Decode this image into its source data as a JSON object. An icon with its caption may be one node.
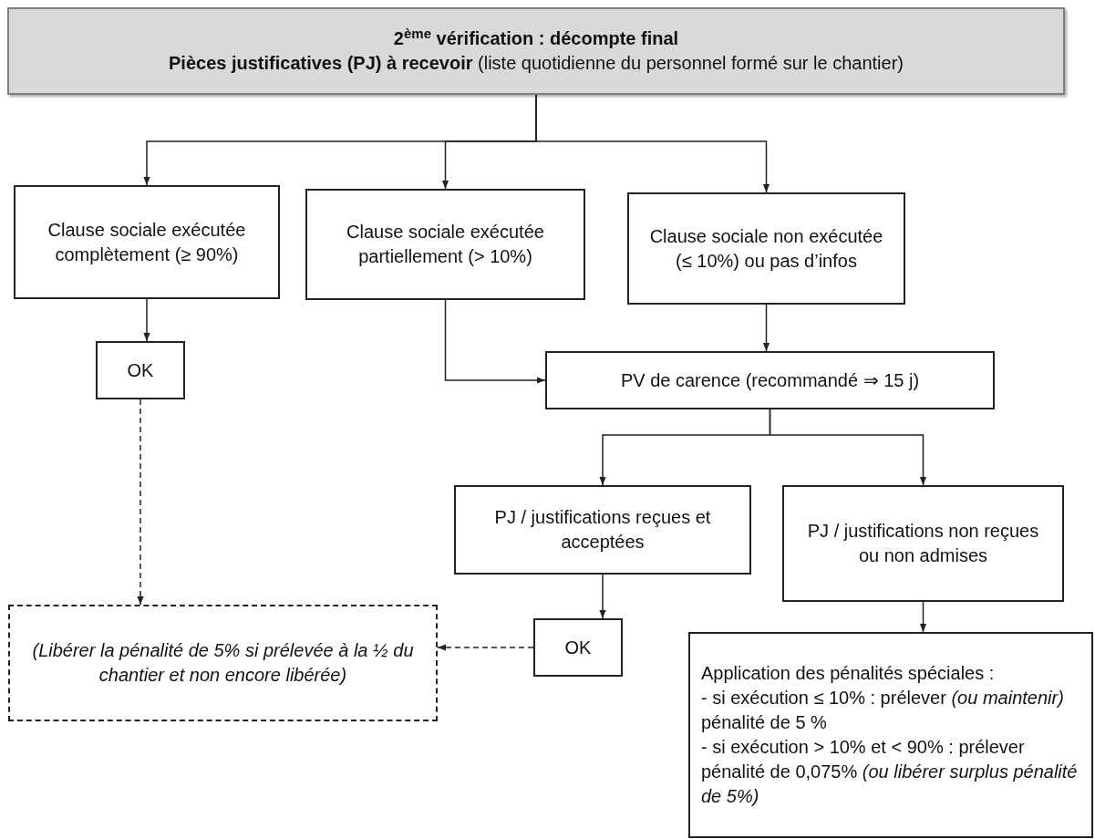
{
  "diagram": {
    "nodes": [
      {
        "text": [
          "2$^{ème}$ vérification : décompte final",
          "**Pièces justificatives (PJ) à recevoir** (liste quotidienne du personnel formé sur le chantier)"
        ]
      },
      {
        "text": [
          "Clause sociale exécutée complètement (≥ 90%)"
        ]
      },
      {
        "text": [
          "Clause sociale exécutée partiellement (> 10%)"
        ]
      },
      {
        "text": [
          "Clause sociale non exécutée (≤ 10%) ou pas d’infos"
        ]
      },
      {
        "text": [
          "OK"
        ]
      },
      {
        "text": [
          "PV de carence (recommandé ⇒ 15 j)"
        ]
      },
      {
        "text": [
          "PJ / justifications reçues et acceptées"
        ]
      },
      {
        "text": [
          "PJ / justifications non reçues ou non admises"
        ]
      },
      {
        "text": [
          "OK"
        ]
      },
      {
        "text": [
          "(Libérer la pénalité de 5% si prélevée à la ½ du chantier et non encore libérée)"
        ]
      },
      {
        "text": [
          "Application des pénalités spéciales :",
          "- si exécution ≤ 10% : prélever *(ou maintenir)* pénalité de 5 %",
          "- si exécution > 10% et < 90% : prélever pénalité de 0,075% *(ou libérer surplus pénalité de 5%)*"
        ]
      }
    ],
    "edges": [
      {
        "from": 0,
        "to": 1,
        "arrow": "to"
      },
      {
        "from": 0,
        "to": 2,
        "arrow": "to"
      },
      {
        "from": 0,
        "to": 3,
        "arrow": "to"
      },
      {
        "from": 1,
        "to": 4,
        "arrow": "to"
      },
      {
        "from": 2,
        "to": 5,
        "arrow": "to"
      },
      {
        "from": 3,
        "to": 5,
        "arrow": "to"
      },
      {
        "from": 5,
        "to": 6,
        "arrow": "to"
      },
      {
        "from": 5,
        "to": 7,
        "arrow": "to"
      },
      {
        "from": 7,
        "to": 10,
        "arrow": "to"
      },
      {
        "from": 6,
        "to": 8,
        "arrow": "to"
      },
      {
        "from": 4,
        "to": 9,
        "arrow": "to",
        "style": "dashed"
      },
      {
        "from": 8,
        "to": 9,
        "arrow": "to",
        "style": "dashed"
      }
    ]
  }
}
